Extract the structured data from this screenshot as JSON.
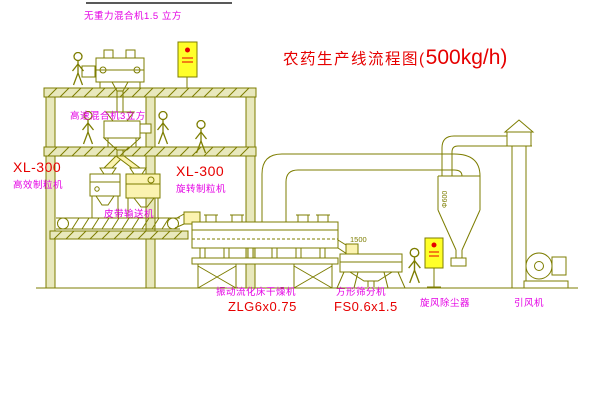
{
  "title": {
    "main": "农药生产线流程图(",
    "capacity": "500kg/h)"
  },
  "labels": {
    "gravity_mixer": "无重力混合机1.5 立方",
    "high_speed_mixer": "高速混合机3立方",
    "granulator_left_model": "XL-300",
    "granulator_left_name": "高效制粒机",
    "granulator_right_model": "XL-300",
    "granulator_right_name": "旋转制粒机",
    "belt_conveyor": "皮带输送机",
    "dryer_name": "振动流化床干燥机",
    "dryer_model": "ZLG6x0.75",
    "sieve_name": "方形筛分机",
    "sieve_model": "FS0.6x1.5",
    "cyclone_name": "旋风除尘器",
    "fan_name": "引风机"
  },
  "dimensions": {
    "sieve_length": "1500",
    "cyclone_diameter": "Φ600"
  },
  "colors": {
    "drawing_line": "#7d7d00",
    "label_text": "#e400e4",
    "model_text": "#e60000",
    "title_text": "#e60000",
    "panel_fill": "#ffff29"
  }
}
